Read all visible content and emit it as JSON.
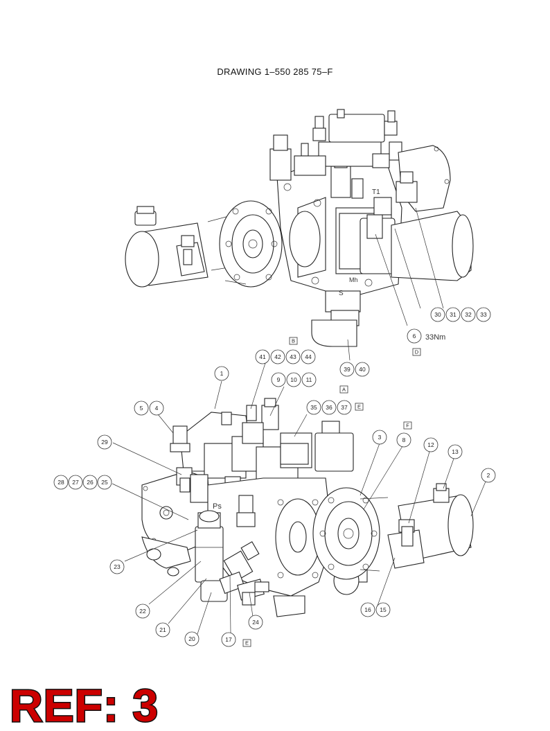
{
  "title": "DRAWING 1–550 285 75–F",
  "ref_label": "REF: 3",
  "torque_note": "33Nm",
  "port_labels": {
    "t1": "T1",
    "mh": "Mh",
    "s": "S",
    "ps": "Ps"
  },
  "balloons_top": [
    "30",
    "31",
    "32",
    "33",
    "6",
    "39",
    "40"
  ],
  "balloons_bottom": [
    "41",
    "42",
    "43",
    "44",
    "1",
    "9",
    "10",
    "11",
    "5",
    "4",
    "35",
    "36",
    "37",
    "29",
    "3",
    "8",
    "12",
    "13",
    "2",
    "28",
    "27",
    "26",
    "25",
    "23",
    "22",
    "21",
    "20",
    "17",
    "24",
    "16",
    "15"
  ],
  "view_letters": [
    "B",
    "D",
    "A",
    "E",
    "F",
    "E"
  ],
  "colors": {
    "ref_fill": "#cc0000",
    "ref_outline": "#111111",
    "line": "#222222"
  }
}
